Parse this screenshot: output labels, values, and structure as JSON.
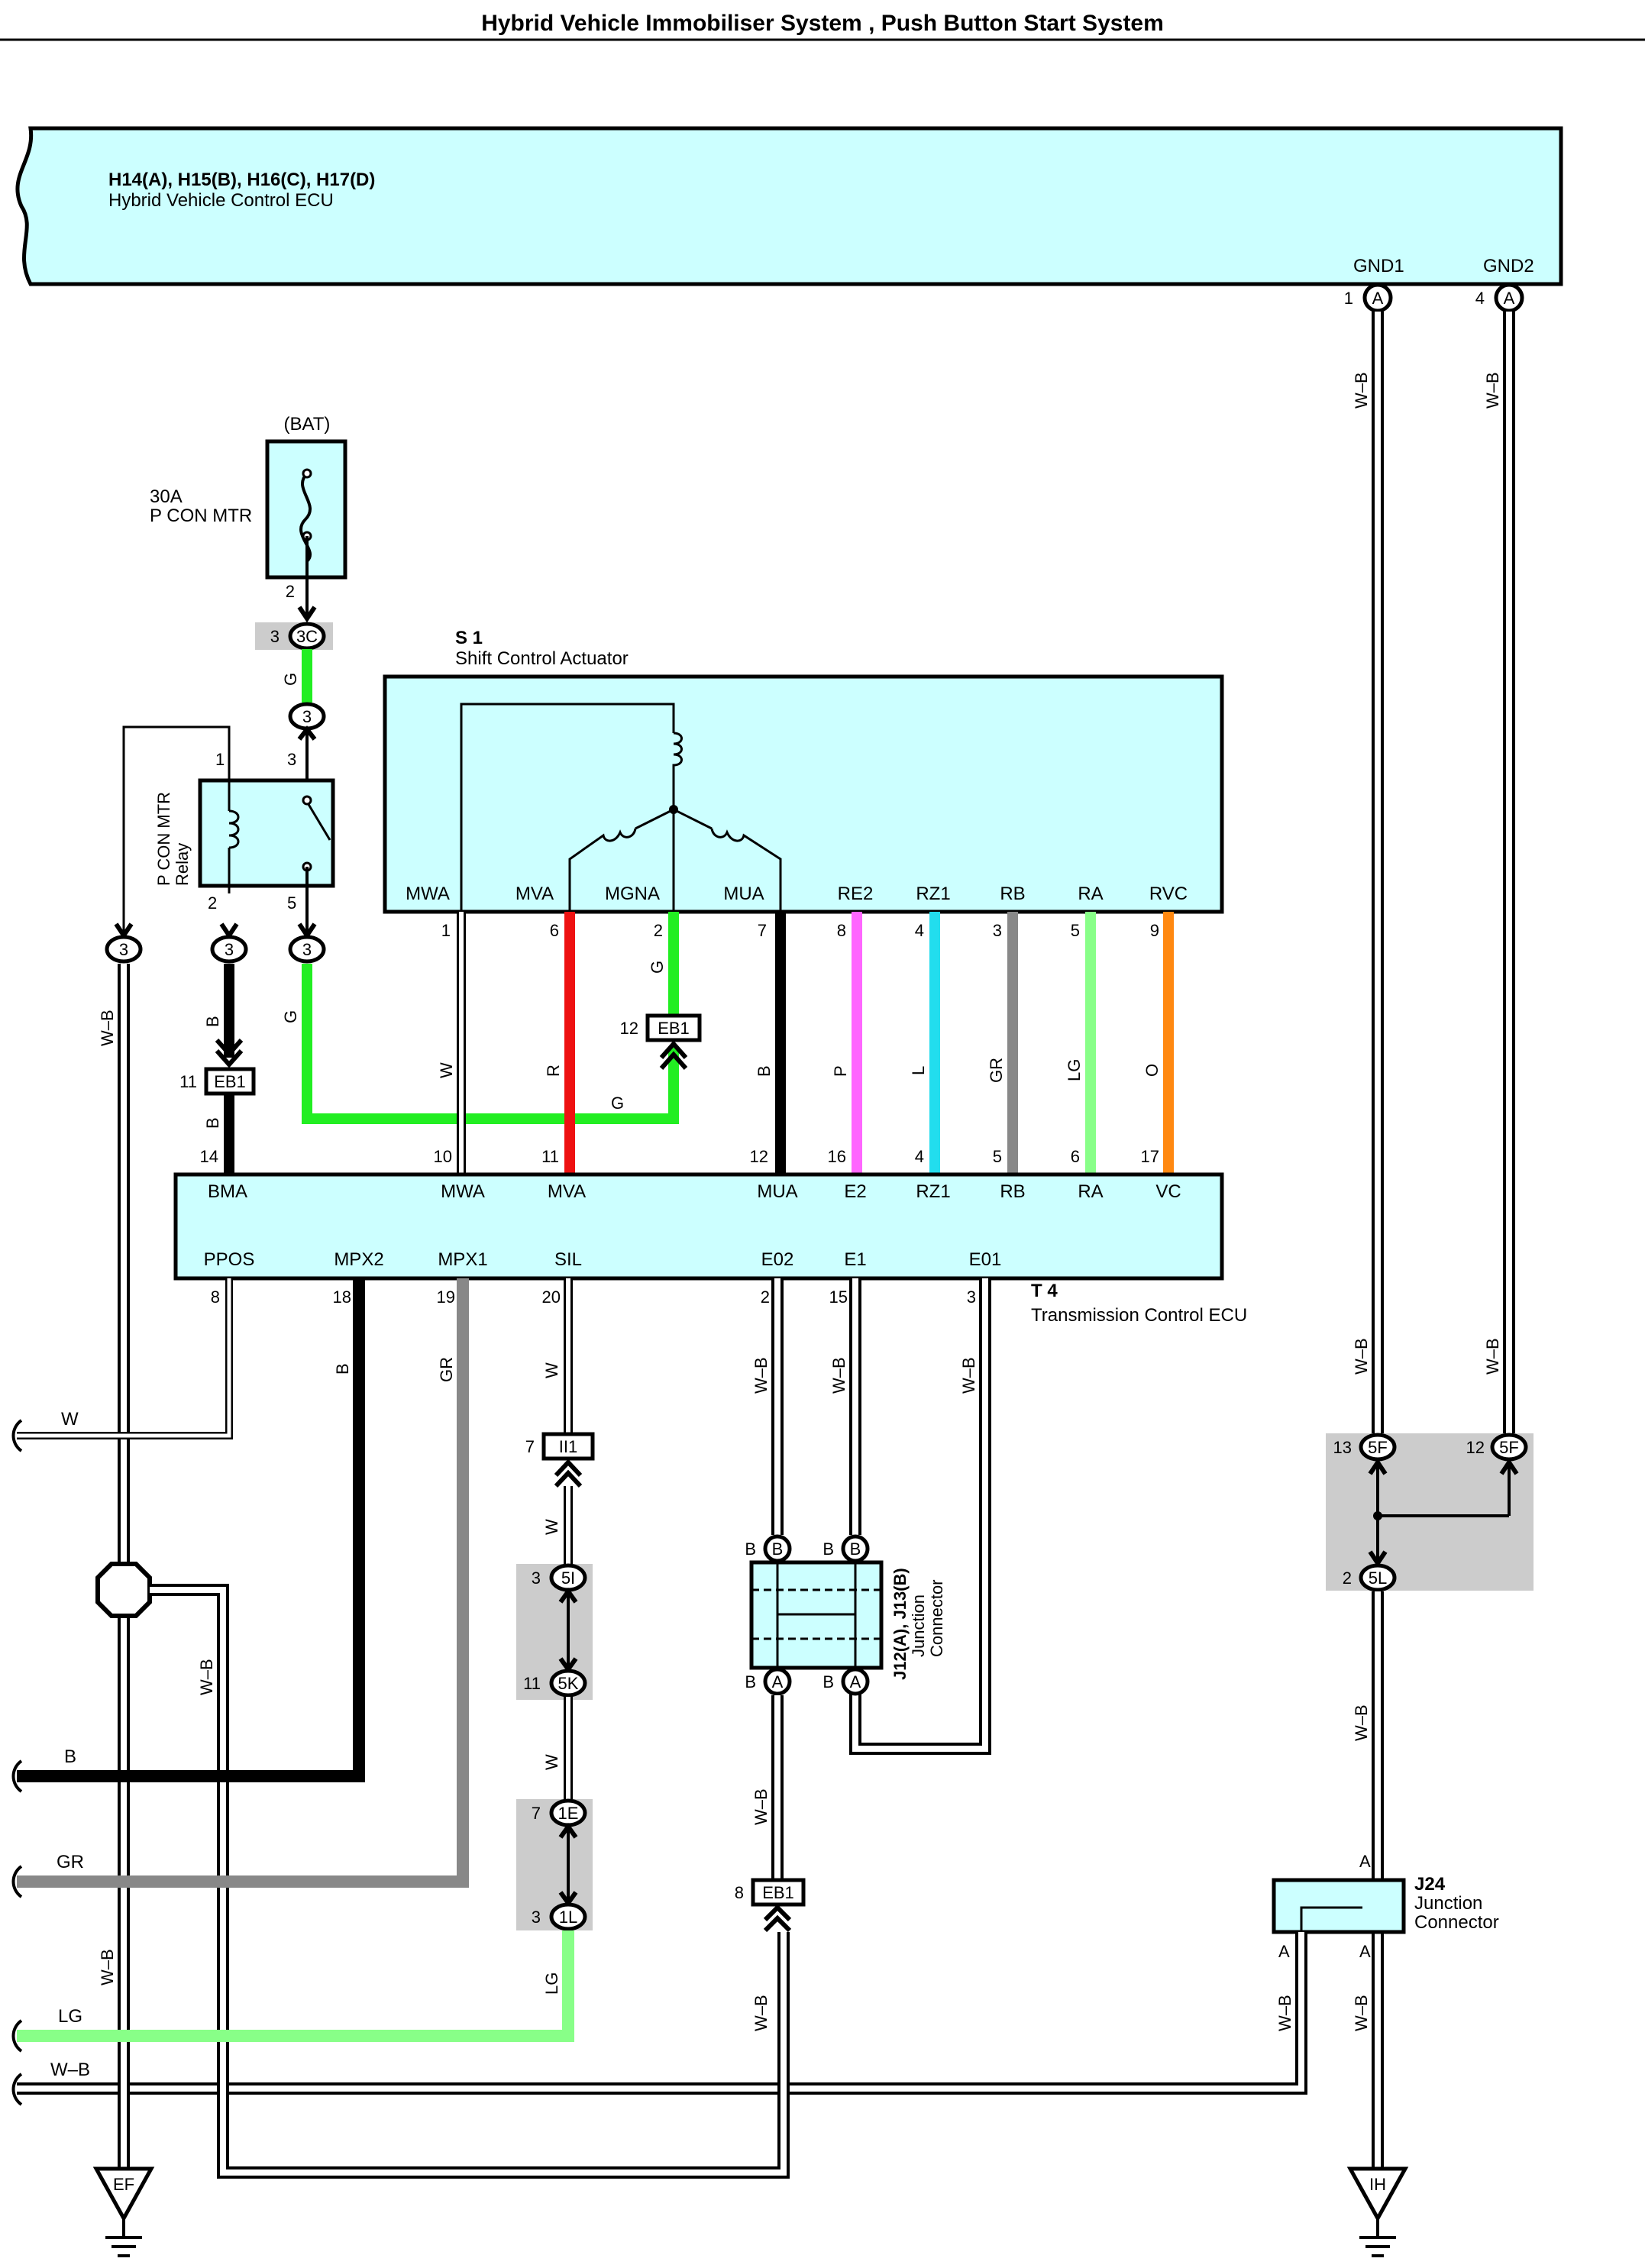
{
  "page": {
    "title": "Hybrid Vehicle Immobiliser System , Push Button Start System"
  },
  "hv_ecu": {
    "ref": "H14(A), H15(B), H16(C), H17(D)",
    "name": "Hybrid Vehicle Control ECU",
    "gnd1": "GND1",
    "gnd2": "GND2",
    "pin1": "1",
    "pin4": "4",
    "conn": "A"
  },
  "fuse": {
    "bat": "(BAT)",
    "rating": "30A",
    "name": "P CON MTR",
    "pin": "2"
  },
  "relay": {
    "name1": "P CON MTR",
    "name2": "Relay",
    "p1": "1",
    "p2": "2",
    "p3": "3",
    "p5": "5"
  },
  "connectors": {
    "c3c_pin": "3",
    "c3c": "3C",
    "c3": "3",
    "eb1": "EB1",
    "eb1_11": "11",
    "eb1_12": "12",
    "eb1_8": "8",
    "ii1": "II1",
    "ii1_pin": "7",
    "c5i": "5I",
    "c5i_pin": "3",
    "c5k": "5K",
    "c5k_pin": "11",
    "c1e": "1E",
    "c1e_pin": "7",
    "c1l": "1L",
    "c1l_pin": "3",
    "c5f": "5F",
    "c5f_13": "13",
    "c5f_12": "12",
    "c5l": "5L",
    "c5l_2": "2",
    "jB": "B",
    "jA": "A"
  },
  "s1": {
    "ref": "S 1",
    "name": "Shift Control Actuator",
    "terminals": [
      "MWA",
      "MVA",
      "MGNA",
      "MUA",
      "RE2",
      "RZ1",
      "RB",
      "RA",
      "RVC"
    ],
    "pins": [
      "1",
      "6",
      "2",
      "7",
      "8",
      "4",
      "3",
      "5",
      "9"
    ]
  },
  "t4": {
    "ref": "T 4",
    "name": "Transmission Control ECU",
    "top_terms": [
      "BMA",
      "MWA",
      "MVA",
      "MUA",
      "E2",
      "RZ1",
      "RB",
      "RA",
      "VC"
    ],
    "top_pins": [
      "14",
      "10",
      "11",
      "12",
      "16",
      "4",
      "5",
      "6",
      "17"
    ],
    "bot_terms": [
      "PPOS",
      "MPX2",
      "MPX1",
      "SIL",
      "E02",
      "E1",
      "E01"
    ],
    "bot_pins": [
      "8",
      "18",
      "19",
      "20",
      "2",
      "15",
      "3"
    ]
  },
  "wire_colors": {
    "W": "W",
    "R": "R",
    "G": "G",
    "B": "B",
    "P": "P",
    "L": "L",
    "GR": "GR",
    "LG": "LG",
    "O": "O",
    "WB": "W–B"
  },
  "junction": {
    "j12": "J12(A), J13(B)",
    "j12_name1": "Junction",
    "j12_name2": "Connector",
    "j24": "J24",
    "j24_name1": "Junction",
    "j24_name2": "Connector"
  },
  "grounds": {
    "ef": "EF",
    "ih": "IH"
  },
  "left_wires": {
    "w": "W",
    "b": "B",
    "gr": "GR",
    "lg": "LG",
    "wb": "W–B"
  },
  "colors": {
    "ecu_fill": "#ccffff",
    "green": "#22ee22",
    "red": "#ee1111",
    "pink": "#ff66ff",
    "cyan": "#22ddee",
    "gray": "#888888",
    "lightgreen": "#88ff88",
    "orange": "#ff8811",
    "shade": "#cccccc"
  }
}
